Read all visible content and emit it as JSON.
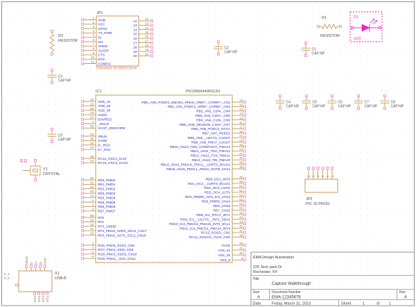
{
  "colors": {
    "outline": "#c79a55",
    "pin_number": "#8b7040",
    "pin_name": "#2a2ab8",
    "pin_square": "#ee82c4",
    "label": "#4d4d4d",
    "magenta": "#e823cb",
    "desc_text": "#cf6a58",
    "grid_dot": "#dedede",
    "border": "#909090",
    "title_text": "#3c3c3c"
  },
  "components": {
    "jp1": {
      "ref": "JP1",
      "desc": "Connector for Xtend Xcevr",
      "left_pins": [
        [
          1,
          "GND"
        ],
        [
          2,
          "VCC"
        ],
        [
          3,
          "GPO2"
        ],
        [
          4,
          "TX_PWR"
        ],
        [
          5,
          "DI"
        ],
        [
          6,
          "DO"
        ],
        [
          7,
          "SHDN"
        ],
        [
          8,
          "SLEEP"
        ],
        [
          9,
          "CTS"
        ],
        [
          10,
          "RTS"
        ],
        [
          11,
          "CONFIG"
        ]
      ],
      "right_pins": [
        [
          12,
          "12"
        ],
        [
          13,
          "13"
        ],
        [
          14,
          "14"
        ],
        [
          15,
          "15"
        ],
        [
          16,
          "16"
        ],
        [
          17,
          "17"
        ],
        [
          18,
          "18"
        ],
        [
          19,
          "19"
        ],
        [
          20,
          "20"
        ]
      ]
    },
    "r2": {
      "ref": "R2",
      "value": "RESISTOR"
    },
    "r1": {
      "ref": "R1",
      "value": "RESISTOR"
    },
    "d1": {
      "ref": "D1",
      "value": "LED"
    },
    "c1": {
      "ref": "C1",
      "value": "CAP NP"
    },
    "c2": {
      "ref": "C2",
      "value": "CAP NP"
    },
    "c3": {
      "ref": "C3",
      "value": "CAP NP"
    },
    "c9": {
      "ref": "C9",
      "value": "CAP NP"
    },
    "caps_row": [
      {
        "ref": "C4",
        "value": "CAP NP"
      },
      {
        "ref": "C5",
        "value": "CAP NP"
      },
      {
        "ref": "C6",
        "value": "CAP NP"
      },
      {
        "ref": "C7",
        "value": "CAP NP"
      },
      {
        "ref": "C8",
        "value": "CAP NP"
      }
    ],
    "y1": {
      "ref": "Y1",
      "value": "CRYSTAL"
    },
    "x1": {
      "ref": "X1",
      "value": "USB-B",
      "top_pins": [
        "VBUS",
        "D-",
        "D+",
        "ID",
        "GND"
      ],
      "left_pins": [
        "P_1",
        "P_2"
      ],
      "bottom_pins": [
        "MT4",
        "MT3",
        "MT2",
        "MT1"
      ]
    },
    "jp2": {
      "ref": "JP2",
      "value": "PIC 32 PROG",
      "pins": [
        "6",
        "5",
        "4",
        "3",
        "2",
        "1"
      ]
    },
    "ic1": {
      "ref": "IC1",
      "part": "PIC32MX440F512H",
      "left_groups": [
        [
          [
            10,
            "VDD_10"
          ],
          [
            26,
            "VDD_26"
          ],
          [
            38,
            "VDD_38"
          ],
          [
            19,
            "AVDD"
          ],
          [
            57,
            "ENVREG"
          ],
          [
            7,
            "_MCLR"
          ],
          [
            56,
            "VCAP_VDDCORE"
          ]
        ],
        [
          [
            34,
            "VBUS"
          ],
          [
            35,
            "VUSB"
          ],
          [
            36,
            "D-_RG3"
          ],
          [
            37,
            "D+_RG2"
          ]
        ],
        [
          [
            39,
            "RC12_OSC1_CLKI"
          ],
          [
            40,
            "RC15_OSC2_CLKO"
          ]
        ],
        [
          [
            60,
            "RE0_PMD0"
          ],
          [
            61,
            "RE1_PMD1"
          ],
          [
            62,
            "RE2_PMD2"
          ],
          [
            63,
            "RE3_PMD3"
          ],
          [
            64,
            "RE4_PMD4"
          ],
          [
            1,
            "RE5_PMD5"
          ],
          [
            2,
            "RE6_PMD6"
          ],
          [
            3,
            "RE7_PMD7"
          ]
        ],
        [
          [
            58,
            "RF0"
          ],
          [
            59,
            "RF1"
          ],
          [
            33,
            "RF3_USBID"
          ],
          [
            31,
            "RF4_PMA9_U2RX_SDA2_CN17"
          ],
          [
            32,
            "RF5_PMA8_U2TX_SCL2_CN18"
          ]
        ],
        [
          [
            4,
            "RG6_PMA5_SCK2_CN8"
          ],
          [
            5,
            "RG7_PMA4_SDI2_CN9"
          ],
          [
            6,
            "RG8_PMA3_SDO2_CN10"
          ],
          [
            8,
            "RG9_PMA2__SS2_CN11"
          ]
        ]
      ],
      "right_groups": [
        [
          [
            16,
            "RB0_AN0_PGED1_EMUD1_PMA6_VREF+_CVREF+_CN2"
          ],
          [
            15,
            "RB1_AN1_PGEC1_VREF-_CVREF-_CN3"
          ],
          [
            14,
            "RB2_AN2_C2IN-_CN4"
          ],
          [
            13,
            "RB3_AN3_C2IN+_CN5"
          ],
          [
            12,
            "RB4_AN4_C1IN-_CN6"
          ],
          [
            11,
            "RB5_AN5_VBUSON_C1IN+_CN7"
          ],
          [
            17,
            "RB6_AN6_PGEC2_OCFA"
          ],
          [
            18,
            "RB7_AN7_PGED2"
          ],
          [
            21,
            "RB8_AN8__U2CTS_C1OUT"
          ],
          [
            22,
            "RB9_AN9_PMA7_C2OUT"
          ],
          [
            23,
            "RB10_AN10_TMS_CVREFOUT_PMA13"
          ],
          [
            24,
            "RB11_AN11_TDO_PMA12"
          ],
          [
            27,
            "RB12_AN12_TCK_PMA11"
          ],
          [
            28,
            "RB13_AN13_TDI_PMA10"
          ],
          [
            29,
            "RB14_AN14_PMALH_PMA1__U2RTS_BCLK2"
          ],
          [
            30,
            "RB15_AN15_PMALL_PMA0_OCFB_CN12"
          ]
        ],
        [
          [
            46,
            "RD0_OC1_INT0"
          ],
          [
            49,
            "RD1_OC2__U1RTS_BCLK1"
          ],
          [
            50,
            "RD2_OC3_U1RX"
          ],
          [
            51,
            "RD3_OC4_U1TX"
          ],
          [
            52,
            "RD4_PMWR_OC5_IC5_CN13"
          ],
          [
            53,
            "RD5_PMRD_CN14"
          ],
          [
            54,
            "RD6_CN15"
          ],
          [
            55,
            "RD7_CN16"
          ],
          [
            42,
            "RD8_IC1_RTCC_INT1"
          ],
          [
            43,
            "RD9_IC2__U1CTS__INT2_SDA1"
          ],
          [
            44,
            "RD10_IC3_PMCS2_PMA15_INT3_SCL1"
          ],
          [
            45,
            "RD11_IC4_PMCS1_PMA14_INT4"
          ],
          [
            47,
            "RC13_SOSCI_CN1"
          ],
          [
            48,
            "RC14_SOSCO_T1CK_CN0"
          ]
        ],
        [
          [
            20,
            "AVSS"
          ],
          [
            41,
            "VSS_41"
          ],
          [
            25,
            "VSS_25"
          ],
          [
            9,
            "VSS_9"
          ]
        ]
      ]
    }
  },
  "title_block": {
    "company": "EMA Design Automation",
    "address1": "225 Tech park Dr",
    "address2": "Rochester, NY",
    "title_label": "Title",
    "title": "Capture Walkthrough",
    "size_label": "Size",
    "size": "A",
    "docnum_label": "Document Number",
    "docnum": "EMA-12345678",
    "rev_label": "Rev",
    "rev": "A",
    "date_label": "Date:",
    "date": "Friday, March 31, 2023",
    "sheet_label": "Sheet",
    "sheet": "1",
    "of_label": "of",
    "sheet_total": "1"
  }
}
